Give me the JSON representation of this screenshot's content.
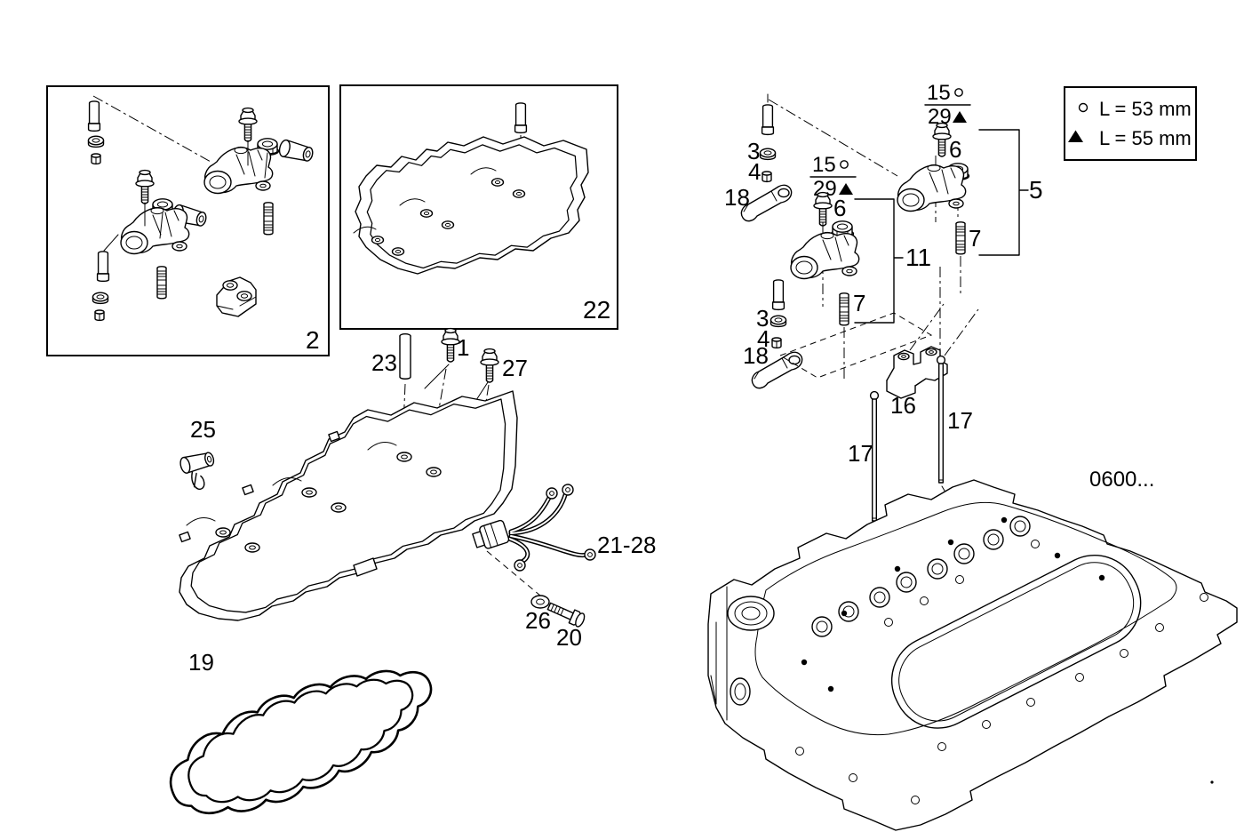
{
  "page": {
    "background": "#ffffff",
    "ink": "#000000"
  },
  "legend": {
    "circle_label": "L = 53 mm",
    "triangle_label": "L = 55 mm"
  },
  "callouts": {
    "rocker_kit": "2",
    "carrier_kit": "22",
    "screw_1": "1",
    "seal_ring_3": "3",
    "collet_4": "4",
    "rocker_assy_5": "5",
    "nut_6": "6",
    "stud_7": "7",
    "rocker_assy_11": "11",
    "screw_15": "15",
    "bridge_16": "16",
    "pushrod_17": "17",
    "lever_18": "18",
    "gasket_19": "19",
    "screw_20": "20",
    "cover_group_21_28": "21-28",
    "pin_23": "23",
    "clip_25": "25",
    "washer_26": "26",
    "screw_27": "27",
    "nut_29": "29",
    "head_ref": "0600..."
  }
}
